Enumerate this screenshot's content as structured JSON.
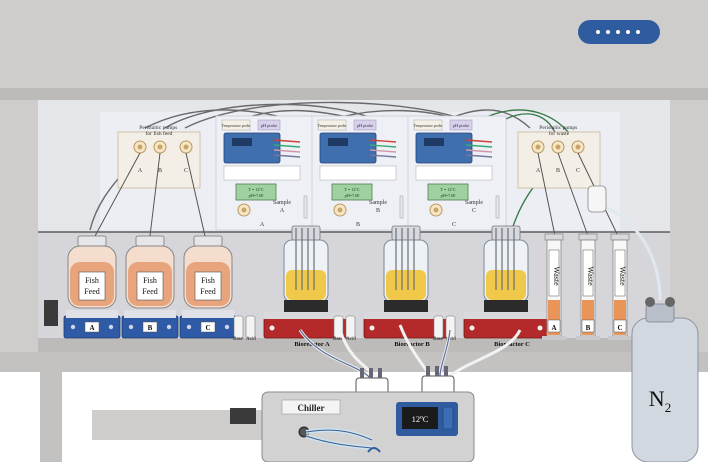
{
  "hood": {
    "pumps_feed_label": [
      "Peristaltic pumps",
      "for fish feed"
    ],
    "pumps_waste_label": [
      "Peristaltic pumps",
      "for waste"
    ],
    "pump_letters": [
      "A",
      "B",
      "C"
    ]
  },
  "controllers": [
    {
      "temp_probe": "Temperature probe",
      "ph_probe": "pH probe",
      "display": [
        "T = 12ºC",
        "pH=7.00"
      ],
      "sample": [
        "Sample",
        "A"
      ],
      "letter": "A"
    },
    {
      "temp_probe": "Temperature probe",
      "ph_probe": "pH probe",
      "display": [
        "T = 12ºC",
        "pH=7.00"
      ],
      "sample": [
        "Sample",
        "B"
      ],
      "letter": "B"
    },
    {
      "temp_probe": "Temperature probe",
      "ph_probe": "pH probe",
      "display": [
        "T = 12ºC",
        "pH=7.00"
      ],
      "sample": [
        "Sample",
        "C"
      ],
      "letter": "C"
    }
  ],
  "feed_jars": [
    {
      "label": [
        "Fish",
        "Feed"
      ],
      "stirrer": "A"
    },
    {
      "label": [
        "Fish",
        "Feed"
      ],
      "stirrer": "B"
    },
    {
      "label": [
        "Fish",
        "Feed"
      ],
      "stirrer": "C"
    }
  ],
  "bioreactors": [
    {
      "name": "Bioreactor A",
      "base": "Base",
      "acid": "Acid"
    },
    {
      "name": "Bioreactor B",
      "base": "Base",
      "acid": "Acid"
    },
    {
      "name": "Bioreactor C",
      "base": "Base",
      "acid": "Acid"
    }
  ],
  "waste": [
    {
      "label": "Waste",
      "letter": "A"
    },
    {
      "label": "Waste",
      "letter": "B"
    },
    {
      "label": "Waste",
      "letter": "C"
    }
  ],
  "chiller": {
    "label": "Chiller",
    "temp": "12ºC"
  },
  "gas": {
    "label_main": "N",
    "label_sub": "2"
  },
  "colors": {
    "hood_gray": "#c9c7c6",
    "panel_blue": "#2e5aa6",
    "feed_orange": "#e8a47c",
    "bioreactor_red": "#b42a2a",
    "liquid_yellow": "#f0c84a",
    "waste_orange": "#e9955a"
  }
}
